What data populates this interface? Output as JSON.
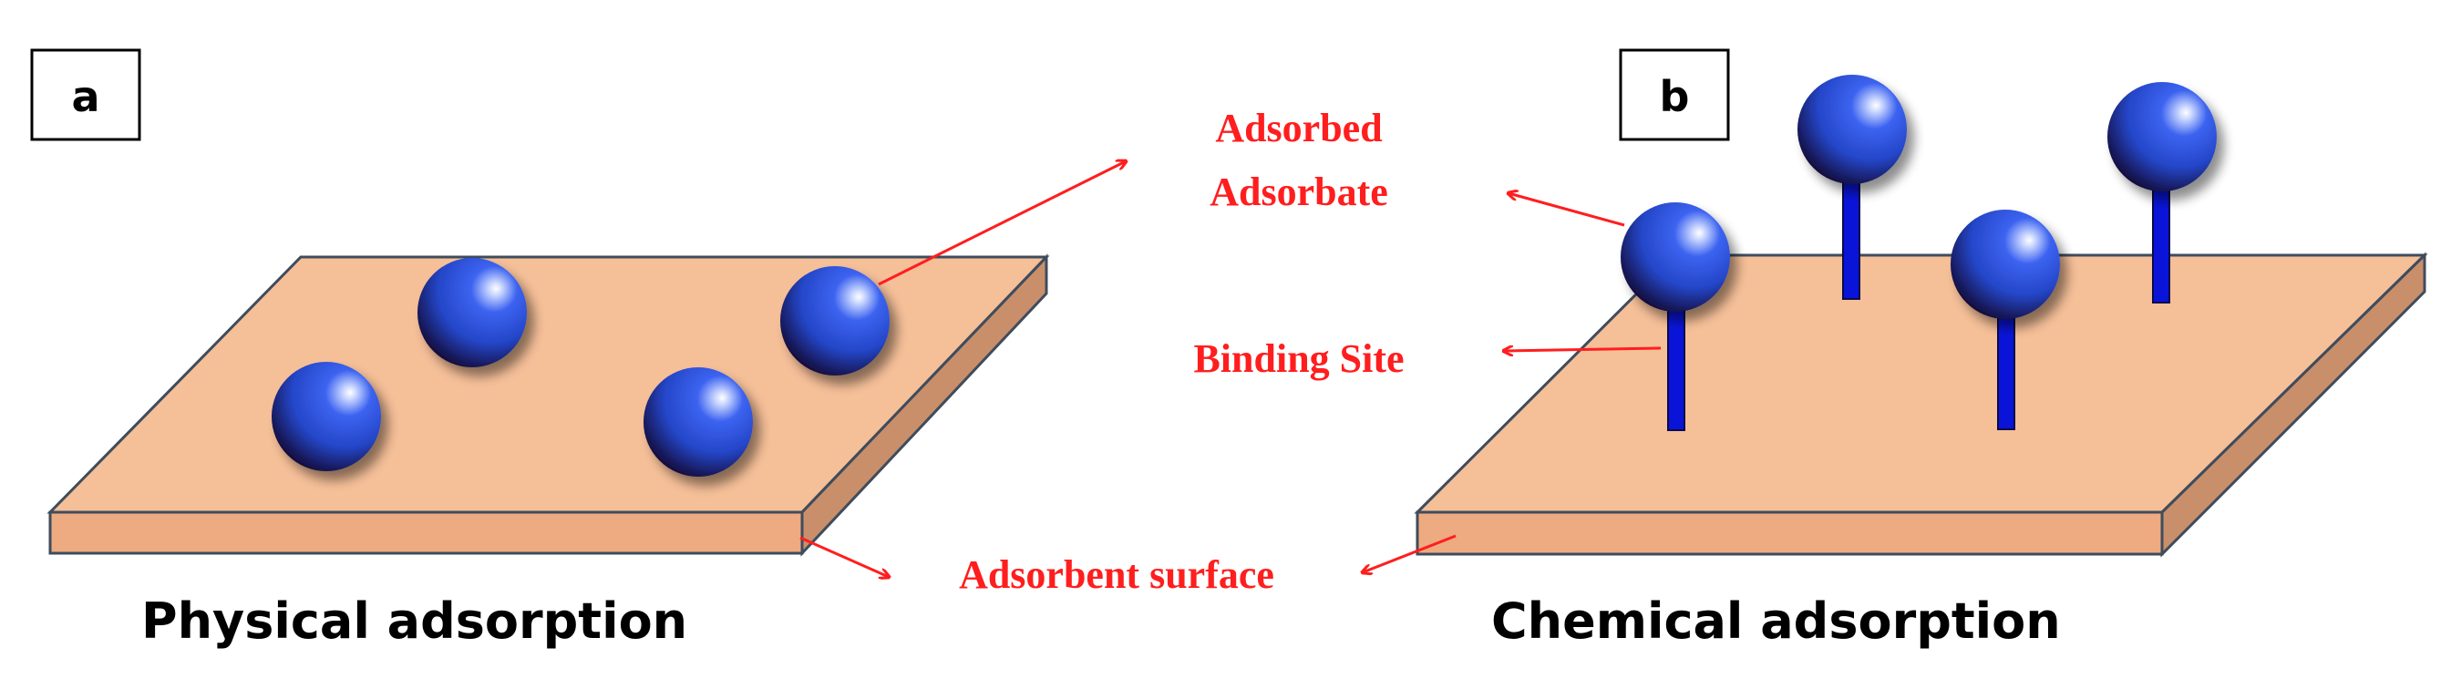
{
  "panels": {
    "a": {
      "letter": "a",
      "caption": "Physical adsorption"
    },
    "b": {
      "letter": "b",
      "caption": "Chemical adsorption"
    }
  },
  "labels": {
    "adsorbed_line1": "Adsorbed",
    "adsorbed_line2": "Adsorbate",
    "binding_site": "Binding Site",
    "adsorbent_surface": "Adsorbent surface"
  },
  "colors": {
    "surface_top": "#F5BF98",
    "surface_front": "#EEAA80",
    "surface_side": "#C98F6B",
    "surface_outline": "#3F4C5C",
    "sphere": "#2446C8",
    "stick": "#0A14D8",
    "annotation": "#FF1E1E",
    "text": "#000000"
  }
}
